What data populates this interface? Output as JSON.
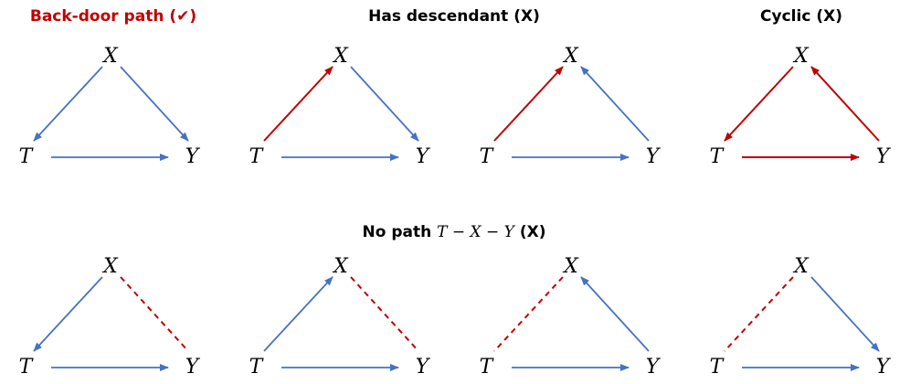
{
  "headings": {
    "backdoor": "Back-door path (✔)",
    "descendant": "Has descendant (X)",
    "cyclic": "Cyclic (X)",
    "nopath": {
      "prefix": "No path ",
      "math": "T − X − Y",
      "suffix": " (X)"
    }
  },
  "node_labels": {
    "x": "X",
    "t": "T",
    "y": "Y"
  },
  "colors": {
    "blue": "#4472C4",
    "red": "#C00000",
    "backdoor_heading": "#C00000",
    "heading": "#000000"
  },
  "diagrams": [
    {
      "id": "backdoor",
      "row": 0,
      "col": 0,
      "edges": [
        {
          "edge": "x-t",
          "dir": "to-t",
          "color": "blue",
          "style": "solid"
        },
        {
          "edge": "x-y",
          "dir": "to-y",
          "color": "blue",
          "style": "solid"
        },
        {
          "edge": "t-y",
          "dir": "to-y",
          "color": "blue",
          "style": "solid"
        }
      ]
    },
    {
      "id": "descendant-1",
      "row": 0,
      "col": 1,
      "edges": [
        {
          "edge": "t-x",
          "dir": "to-x",
          "color": "red",
          "style": "solid"
        },
        {
          "edge": "x-y",
          "dir": "to-y",
          "color": "blue",
          "style": "solid"
        },
        {
          "edge": "t-y",
          "dir": "to-y",
          "color": "blue",
          "style": "solid"
        }
      ]
    },
    {
      "id": "descendant-2",
      "row": 0,
      "col": 2,
      "edges": [
        {
          "edge": "t-x",
          "dir": "to-x",
          "color": "red",
          "style": "solid"
        },
        {
          "edge": "y-x",
          "dir": "to-x",
          "color": "blue",
          "style": "solid"
        },
        {
          "edge": "t-y",
          "dir": "to-y",
          "color": "blue",
          "style": "solid"
        }
      ]
    },
    {
      "id": "cyclic",
      "row": 0,
      "col": 3,
      "edges": [
        {
          "edge": "x-t",
          "dir": "to-t",
          "color": "red",
          "style": "solid"
        },
        {
          "edge": "y-x",
          "dir": "to-x",
          "color": "red",
          "style": "solid"
        },
        {
          "edge": "t-y",
          "dir": "to-y",
          "color": "red",
          "style": "solid"
        }
      ]
    },
    {
      "id": "nopath-1",
      "row": 1,
      "col": 0,
      "edges": [
        {
          "edge": "x-t",
          "dir": "to-t",
          "color": "blue",
          "style": "solid"
        },
        {
          "edge": "x-y",
          "dir": "none",
          "color": "red",
          "style": "dashed"
        },
        {
          "edge": "t-y",
          "dir": "to-y",
          "color": "blue",
          "style": "solid"
        }
      ]
    },
    {
      "id": "nopath-2",
      "row": 1,
      "col": 1,
      "edges": [
        {
          "edge": "t-x",
          "dir": "to-x",
          "color": "blue",
          "style": "solid"
        },
        {
          "edge": "x-y",
          "dir": "none",
          "color": "red",
          "style": "dashed"
        },
        {
          "edge": "t-y",
          "dir": "to-y",
          "color": "blue",
          "style": "solid"
        }
      ]
    },
    {
      "id": "nopath-3",
      "row": 1,
      "col": 2,
      "edges": [
        {
          "edge": "t-x",
          "dir": "none",
          "color": "red",
          "style": "dashed"
        },
        {
          "edge": "y-x",
          "dir": "to-x",
          "color": "blue",
          "style": "solid"
        },
        {
          "edge": "t-y",
          "dir": "to-y",
          "color": "blue",
          "style": "solid"
        }
      ]
    },
    {
      "id": "nopath-4",
      "row": 1,
      "col": 3,
      "edges": [
        {
          "edge": "t-x",
          "dir": "none",
          "color": "red",
          "style": "dashed"
        },
        {
          "edge": "x-y",
          "dir": "to-y",
          "color": "blue",
          "style": "solid"
        },
        {
          "edge": "t-y",
          "dir": "to-y",
          "color": "blue",
          "style": "solid"
        }
      ]
    }
  ]
}
